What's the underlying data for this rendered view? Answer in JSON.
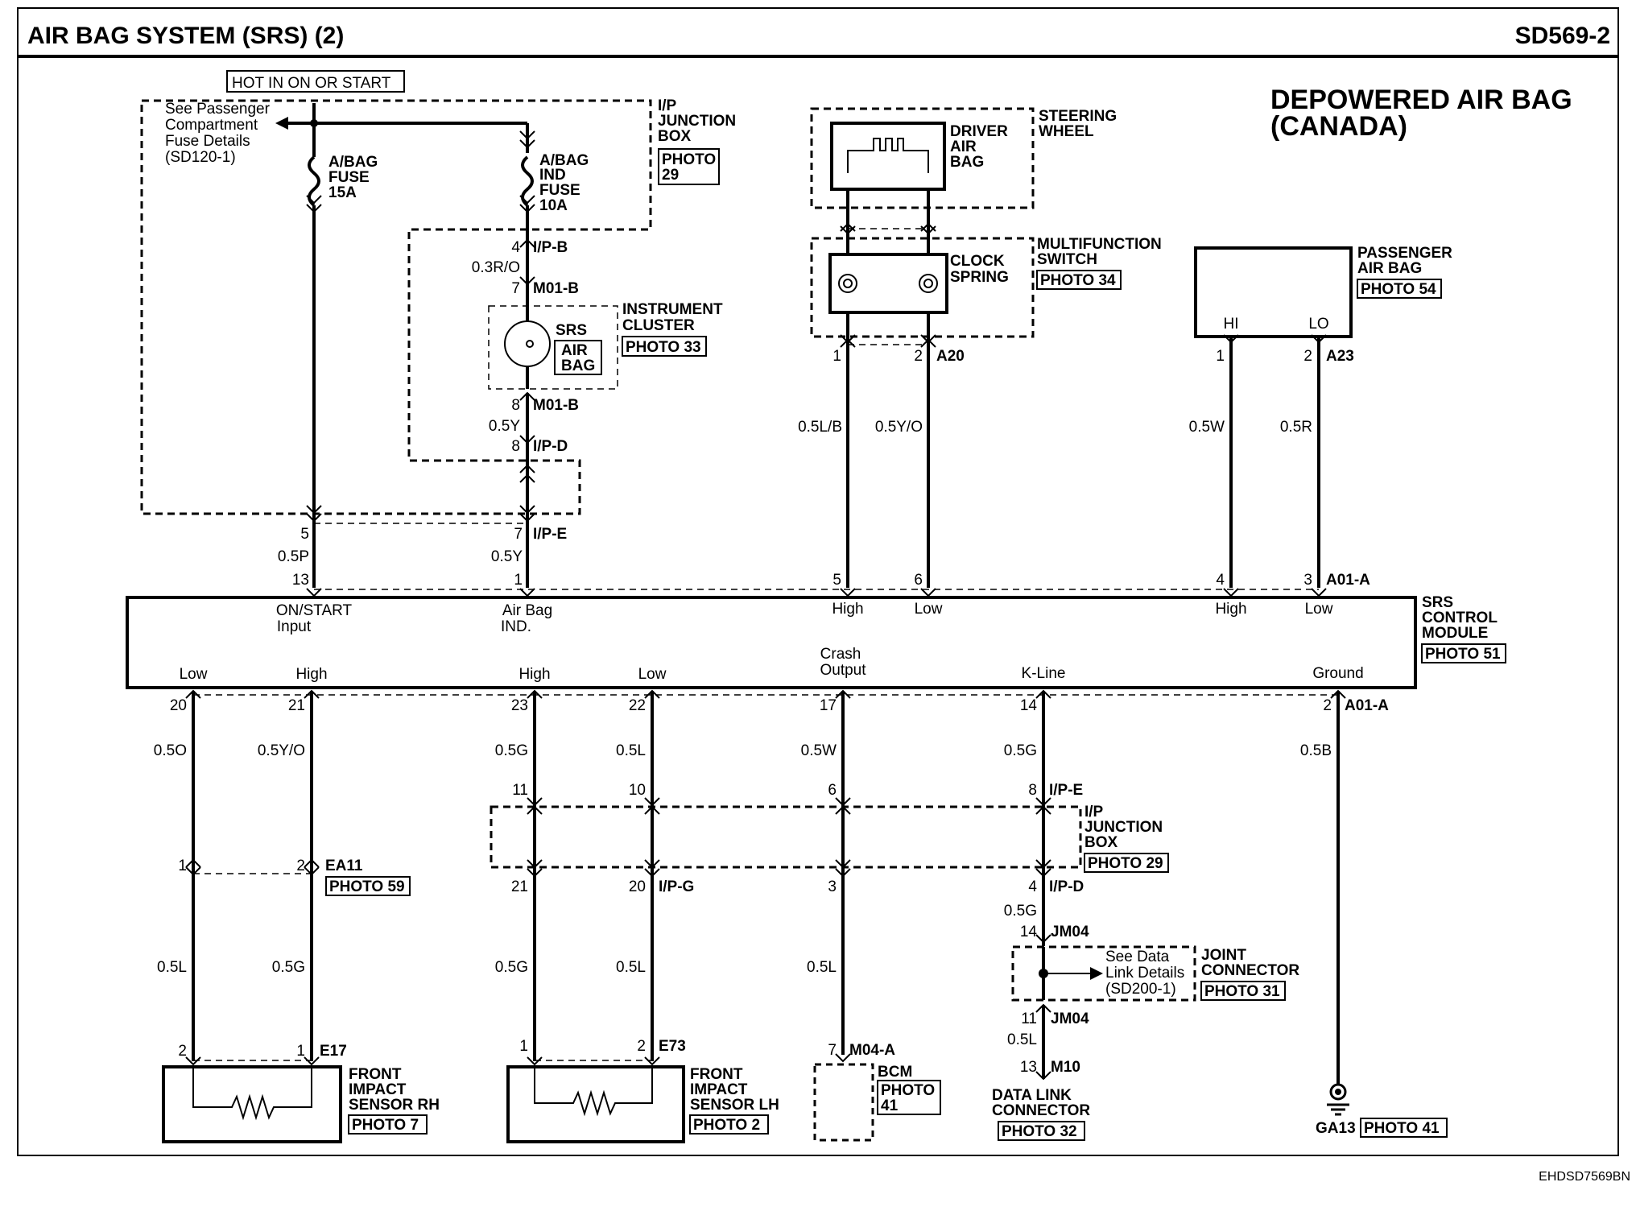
{
  "header": {
    "title": "AIR BAG SYSTEM (SRS) (2)",
    "code": "SD569-2"
  },
  "subtitle": [
    "DEPOWERED AIR BAG",
    "(CANADA)"
  ],
  "footer_code": "EHDSD7569BN",
  "power": {
    "hot_label": "HOT IN ON OR START",
    "see_fuse": [
      "See Passenger",
      "Compartment",
      "Fuse Details",
      "(SD120-1)"
    ],
    "fuse1": [
      "A/BAG",
      "FUSE",
      "15A"
    ],
    "fuse2": [
      "A/BAG",
      "IND",
      "FUSE",
      "10A"
    ],
    "ip_jbox": [
      "I/P",
      "JUNCTION",
      "BOX"
    ],
    "ip_jbox_photo": [
      "PHOTO",
      "29"
    ]
  },
  "cluster": {
    "pin4": "4",
    "ipb": "I/P-B",
    "wire1": "0.3R/O",
    "pin7": "7",
    "m01b_top": "M01-B",
    "srs": "SRS",
    "airbag": [
      "AIR",
      "BAG"
    ],
    "label": [
      "INSTRUMENT",
      "CLUSTER"
    ],
    "photo": "PHOTO 33",
    "pin8a": "8",
    "m01b_bot": "M01-B",
    "wire2": "0.5Y",
    "pin8b": "8",
    "ipd": "I/P-D"
  },
  "ipe_top": {
    "pin5": "5",
    "pin7": "7",
    "ipe": "I/P-E",
    "wire_p": "0.5P",
    "wire_y": "0.5Y",
    "pin13": "13",
    "pin1": "1"
  },
  "steering": {
    "driver_airbag": [
      "DRIVER",
      "AIR",
      "BAG"
    ],
    "steering_wheel": [
      "STEERING",
      "WHEEL"
    ],
    "clock_spring": [
      "CLOCK",
      "SPRING"
    ],
    "multifunction": [
      "MULTIFUNCTION",
      "SWITCH"
    ],
    "photo": "PHOTO 34",
    "pin1": "1",
    "pin2": "2",
    "a20": "A20",
    "wire1": "0.5L/B",
    "wire2": "0.5Y/O",
    "pin5": "5",
    "pin6": "6"
  },
  "passenger": {
    "label": [
      "PASSENGER",
      "AIR BAG"
    ],
    "photo": "PHOTO 54",
    "hi": "HI",
    "lo": "LO",
    "pin1": "1",
    "pin2": "2",
    "a23": "A23",
    "wire1": "0.5W",
    "wire2": "0.5R",
    "pin4": "4",
    "pin3": "3",
    "a01a": "A01-A"
  },
  "module": {
    "label": [
      "SRS",
      "CONTROL",
      "MODULE"
    ],
    "photo": "PHOTO 51",
    "on_start": [
      "ON/START",
      "Input"
    ],
    "airbag_ind": [
      "Air Bag",
      "IND."
    ],
    "high1": "High",
    "low1": "Low",
    "high2": "High",
    "low2": "Low",
    "low_b1": "Low",
    "high_b1": "High",
    "high_b2": "High",
    "low_b2": "Low",
    "crash": [
      "Crash",
      "Output"
    ],
    "kline": "K-Line",
    "ground": "Ground"
  },
  "bottom_pins": {
    "p20": "20",
    "p21": "21",
    "p23": "23",
    "p22": "22",
    "p17": "17",
    "p14": "14",
    "p2": "2",
    "a01a": "A01-A",
    "w_o": "0.5O",
    "w_yo": "0.5Y/O",
    "w_g1": "0.5G",
    "w_l1": "0.5L",
    "w_w": "0.5W",
    "w_g2": "0.5G",
    "w_b": "0.5B",
    "p11": "11",
    "p10": "10",
    "p6": "6",
    "p8": "8",
    "ipe": "I/P-E",
    "ip_jbox": [
      "I/P",
      "JUNCTION",
      "BOX"
    ],
    "ip_jbox_photo": "PHOTO 29",
    "p21b": "21",
    "p20b": "20",
    "ipg": "I/P-G",
    "p3": "3",
    "p4": "4",
    "ipd": "I/P-D",
    "p1": "1",
    "p2b": "2",
    "ea11": "EA11",
    "photo59": "PHOTO 59"
  },
  "lower": {
    "w_l_rh": "0.5L",
    "w_g_rh": "0.5G",
    "w_g_lh": "0.5G",
    "w_l_lh": "0.5L",
    "w_l_bcm": "0.5L",
    "rh_p2": "2",
    "rh_p1": "1",
    "e17": "E17",
    "rh_label": [
      "FRONT",
      "IMPACT",
      "SENSOR RH"
    ],
    "rh_photo": "PHOTO 7",
    "lh_p1": "1",
    "lh_p2": "2",
    "e73": "E73",
    "lh_label": [
      "FRONT",
      "IMPACT",
      "SENSOR LH"
    ],
    "lh_photo": "PHOTO 2",
    "bcm_p7": "7",
    "m04a": "M04-A",
    "bcm": "BCM",
    "bcm_photo": [
      "PHOTO",
      "41"
    ],
    "w_g_jm": "0.5G",
    "jm_p14": "14",
    "jm04_top": "JM04",
    "see_data": [
      "See Data",
      "Link Details",
      "(SD200-1)"
    ],
    "joint": [
      "JOINT",
      "CONNECTOR"
    ],
    "joint_photo": "PHOTO 31",
    "jm_p11": "11",
    "jm04_bot": "JM04",
    "w_l_dlc": "0.5L",
    "p13": "13",
    "m10": "M10",
    "dlc": [
      "DATA LINK",
      "CONNECTOR"
    ],
    "dlc_photo": "PHOTO 32",
    "ga13": "GA13",
    "ga13_photo": "PHOTO 41"
  }
}
